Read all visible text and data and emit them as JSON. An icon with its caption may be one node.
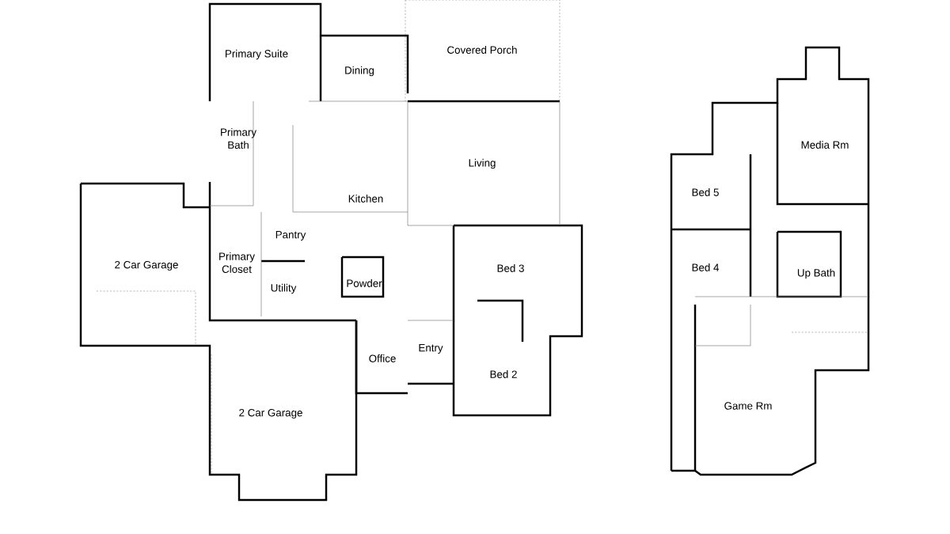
{
  "diagram": {
    "labels": [
      "Covered Porch",
      "Primary Suite",
      "Dining",
      "Primary Bath",
      "Living",
      "Media Rm",
      "Bed 5",
      "Kitchen",
      "Pantry",
      "Primary Closet",
      "2 Car Garage",
      "Bed 3",
      "Bed 4",
      "Up Bath",
      "Powder",
      "Utility",
      "Entry",
      "Office",
      "Bed 2",
      "Game Rm",
      "2 Car Garage"
    ]
  }
}
